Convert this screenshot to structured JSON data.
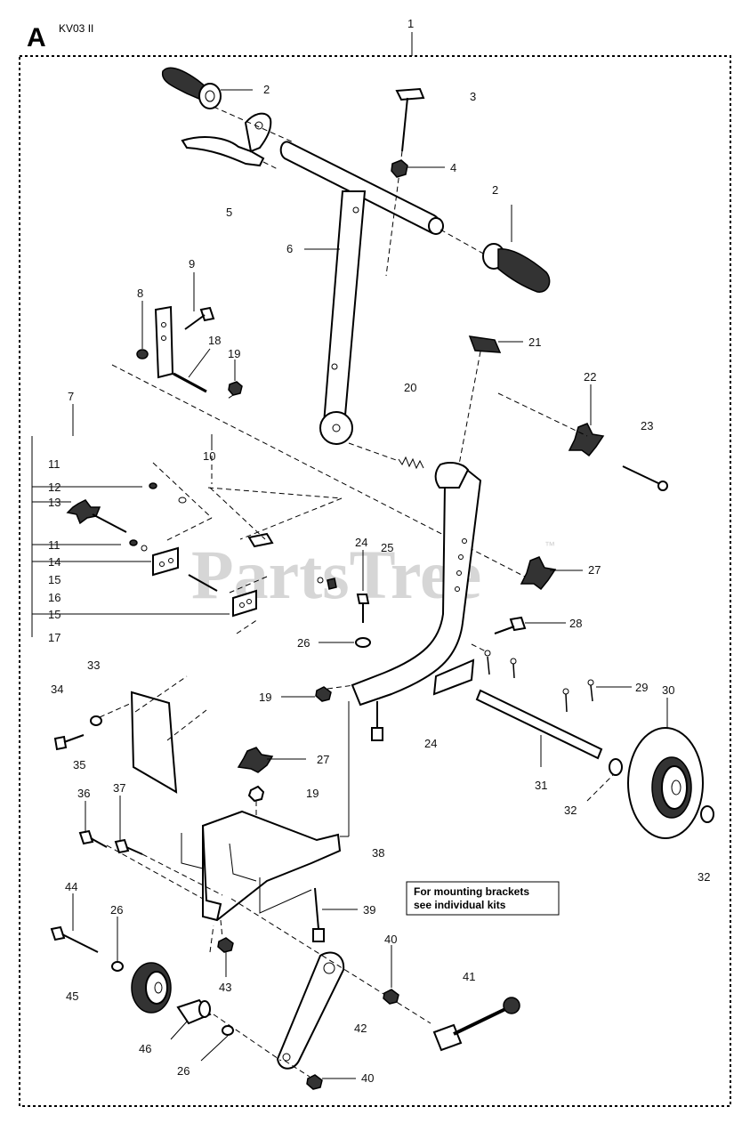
{
  "header": {
    "section_letter": "A",
    "model": "KV03 II",
    "assembly_number": "1"
  },
  "watermark": {
    "text": "PartsTree",
    "trademark": "™"
  },
  "note": {
    "line1": "For mounting brackets",
    "line2": "see individual kits"
  },
  "callouts": [
    "2",
    "3",
    "4",
    "2",
    "5",
    "6",
    "9",
    "8",
    "18",
    "19",
    "7",
    "11",
    "10",
    "12",
    "13",
    "11",
    "14",
    "15",
    "16",
    "15",
    "17",
    "21",
    "20",
    "22",
    "23",
    "27",
    "24",
    "25",
    "28",
    "26",
    "33",
    "34",
    "35",
    "19",
    "24",
    "29",
    "30",
    "31",
    "32",
    "32",
    "27",
    "19",
    "36",
    "37",
    "38",
    "39",
    "44",
    "26",
    "45",
    "40",
    "41",
    "43",
    "42",
    "46",
    "26",
    "40"
  ]
}
